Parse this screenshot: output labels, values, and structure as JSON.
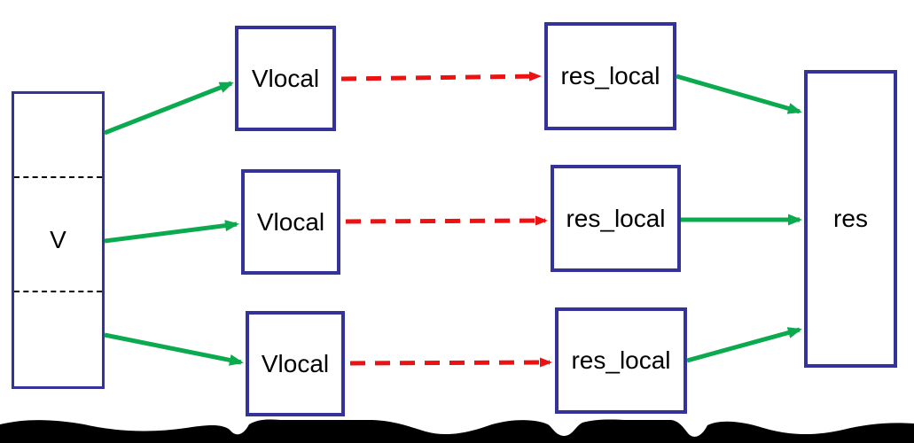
{
  "diagram": {
    "description": "Vector scatter-compute-gather data flow",
    "nodes": [
      {
        "id": "v",
        "label": "V"
      },
      {
        "id": "vlocal-1",
        "label": "Vlocal"
      },
      {
        "id": "vlocal-2",
        "label": "Vlocal"
      },
      {
        "id": "vlocal-3",
        "label": "Vlocal"
      },
      {
        "id": "res-local-1",
        "label": "res_local"
      },
      {
        "id": "res-local-2",
        "label": "res_local"
      },
      {
        "id": "res-local-3",
        "label": "res_local"
      },
      {
        "id": "res",
        "label": "res"
      }
    ],
    "edges": [
      {
        "from": "v",
        "to": "vlocal-1",
        "style": "solid-green"
      },
      {
        "from": "v",
        "to": "vlocal-2",
        "style": "solid-green"
      },
      {
        "from": "v",
        "to": "vlocal-3",
        "style": "solid-green"
      },
      {
        "from": "vlocal-1",
        "to": "res-local-1",
        "style": "dashed-red"
      },
      {
        "from": "vlocal-2",
        "to": "res-local-2",
        "style": "dashed-red"
      },
      {
        "from": "vlocal-3",
        "to": "res-local-3",
        "style": "dashed-red"
      },
      {
        "from": "res-local-1",
        "to": "res",
        "style": "solid-green"
      },
      {
        "from": "res-local-2",
        "to": "res",
        "style": "solid-green"
      },
      {
        "from": "res-local-3",
        "to": "res",
        "style": "solid-green"
      }
    ],
    "colors": {
      "box_border": "#333399",
      "arrow_solid_green": "#0caa4f",
      "arrow_dashed_red": "#ee1111",
      "partition_dash": "#000000",
      "text": "#000000",
      "background": "#ffffff",
      "bottom_band": "#000000"
    }
  }
}
